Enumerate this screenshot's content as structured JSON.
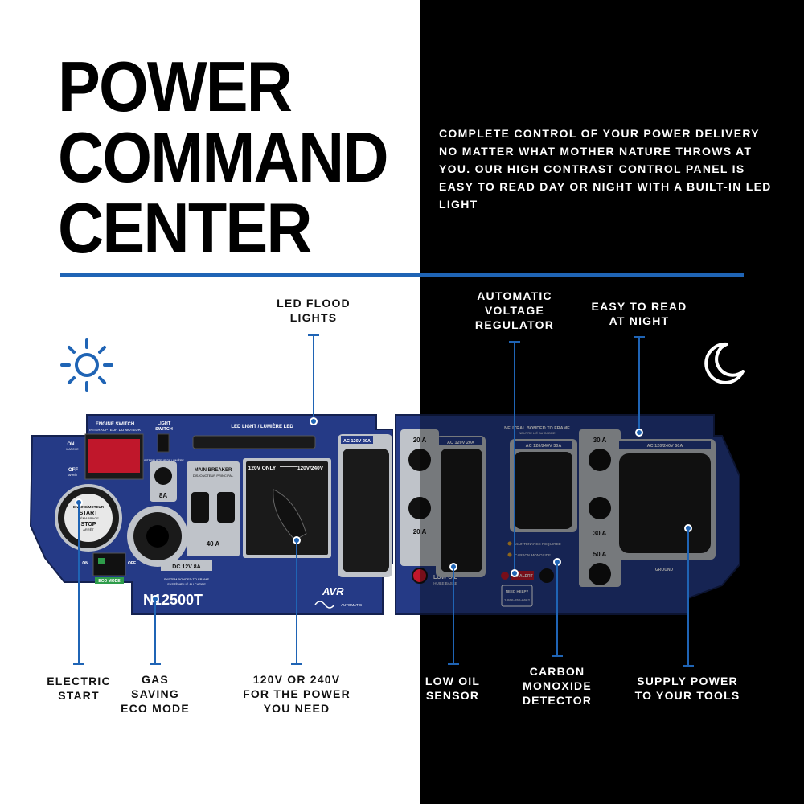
{
  "headline": {
    "line1": "POWER",
    "line2": "COMMAND",
    "line3": "CENTER"
  },
  "intro": "COMPLETE CONTROL OF YOUR POWER DELIVERY NO MATTER WHAT MOTHER NATURE THROWS AT YOU. OUR HIGH CONTRAST CONTROL PANEL IS EASY TO READ DAY OR NIGHT WITH A BUILT-IN LED LIGHT",
  "colors": {
    "accent": "#1f64b5",
    "panel": "#253a86",
    "left_bg": "#ffffff",
    "right_bg": "#000000"
  },
  "icons": {
    "day": "sun-icon",
    "night": "moon-icon"
  },
  "labels": {
    "led_flood": "LED FLOOD\nLIGHTS",
    "avr": "AUTOMATIC\nVOLTAGE\nREGULATOR",
    "easy_read": "EASY TO READ\nAT NIGHT",
    "electric_start": "ELECTRIC\nSTART",
    "eco_mode": "GAS\nSAVING\nECO MODE",
    "voltage": "120V OR 240V\nFOR THE POWER\nYOU NEED",
    "low_oil": "LOW OIL\nSENSOR",
    "co": "CARBON\nMONOXIDE\nDETECTOR",
    "supply": "SUPPLY POWER\nTO YOUR TOOLS"
  },
  "panel": {
    "engine_switch": "ENGINE SWITCH",
    "engine_switch_fr": "INTERRUPTEUR DU MOTEUR",
    "on": "ON",
    "on_fr": "MARCHE",
    "off": "OFF",
    "off_fr": "ARRÊT",
    "light_switch": "LIGHT\nSWITCH",
    "led_light": "LED LIGHT / LUMIÈRE LED",
    "breaker_8a": "8A",
    "main_breaker": "MAIN BREAKER",
    "main_breaker_fr": "DISJONCTEUR PRINCIPAL",
    "breaker_40a": "40 A",
    "volt_select_a": "120V ONLY",
    "volt_select_b": "120V/240V",
    "start_line1": "ENGINE/MOTEUR",
    "start_line2": "START",
    "start_line3": "DÉMARRAGE",
    "start_line4": "STOP",
    "start_line5": "ARRÊT",
    "dc": "DC 12V  8A",
    "bonded": "SYSTEM BONDED TO FRAME",
    "bonded_fr": "SYSTÈME LIÉ AU CADRE",
    "eco": "ECO MODE",
    "model": "N12500T",
    "avr": "AVR",
    "avr_sub": "AUTOMATIC",
    "ac_20a": "AC 120V 20A",
    "ac_20a_2": "AC 120V 20A",
    "breaker_20a_1": "20 A",
    "breaker_20a_2": "20 A",
    "neutral": "NEUTRAL BONDED TO FRAME",
    "neutral_fr": "NEUTRE LIÉ AU CADRE",
    "ac_30a": "AC 120/240V 30A",
    "breaker_30a_1": "30 A",
    "breaker_30a_2": "30 A",
    "breaker_50a": "50 A",
    "ac_50a": "AC 120/240V 50A",
    "low_oil": "LOW OIL",
    "low_oil_fr": "HUILE BASSE",
    "maintenance": "MAINTENANCE REQUIRED",
    "co_text": "CARBON MONOXIDE",
    "co_alert": "CO ALERT",
    "need_help": "NEED HELP?",
    "phone": "1-866-856-6662",
    "ground": "GROUND"
  }
}
